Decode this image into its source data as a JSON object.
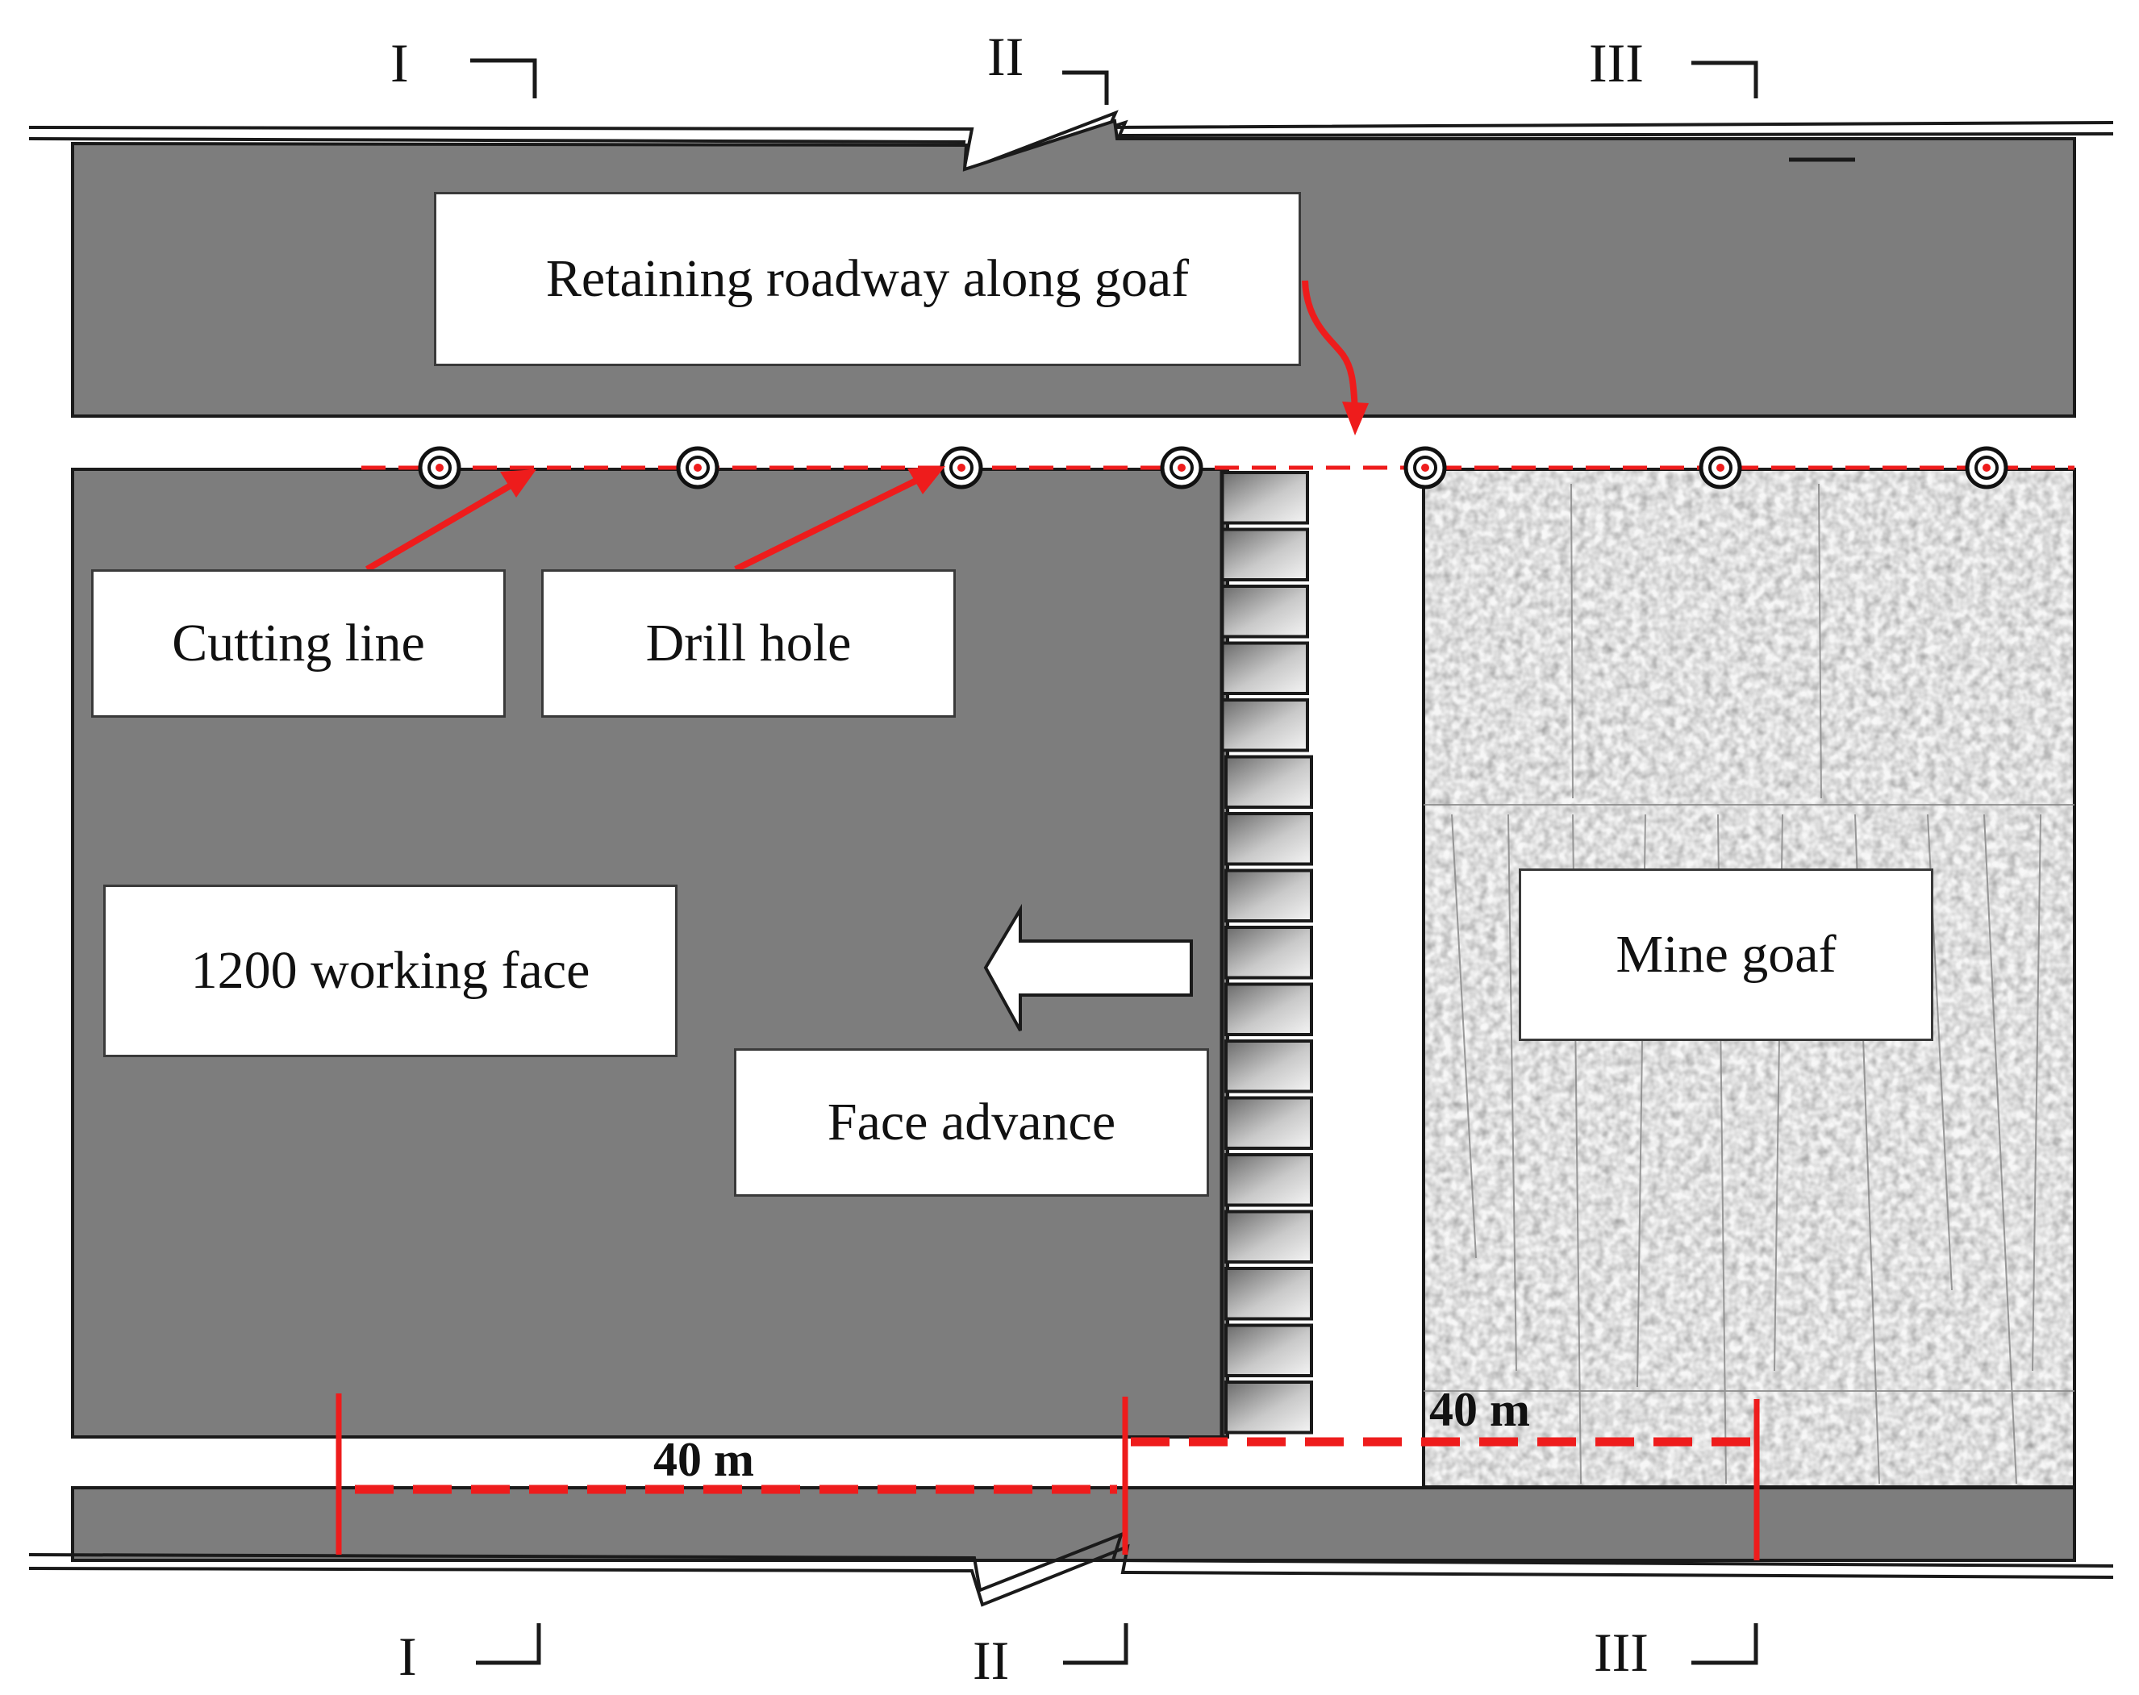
{
  "labels": {
    "retaining_roadway": "Retaining roadway along goaf",
    "cutting_line": "Cutting line",
    "drill_hole": "Drill hole",
    "working_face": "1200 working face",
    "face_advance": "Face advance",
    "mine_goaf": "Mine goaf"
  },
  "sections": {
    "top": [
      "I",
      "II",
      "III"
    ],
    "bottom": [
      "I",
      "II",
      "III"
    ]
  },
  "dimensions": {
    "left": "40 m",
    "right": "40 m"
  },
  "colors": {
    "rock": "#7d7d7d",
    "cutting_line": "#ee1c1c",
    "outline": "#1a1a1a",
    "goaf_light": "#e6e6e6",
    "goaf_dark": "#3c3c3c"
  }
}
